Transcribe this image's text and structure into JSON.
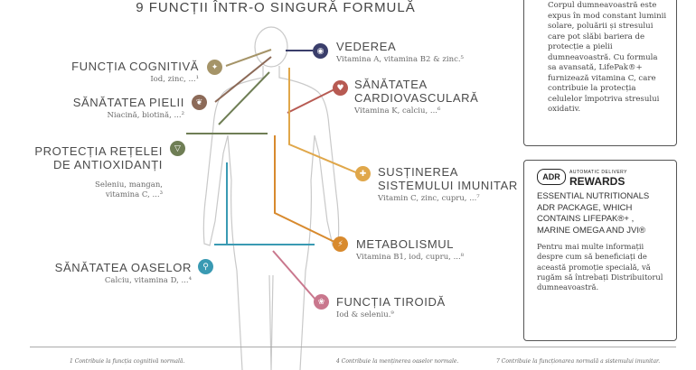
{
  "title": "9 FUNCȚII ÎNTR-O SINGURĂ FORMULĂ",
  "functions": {
    "cognitive": {
      "name": "FUNCȚIA COGNITIVĂ",
      "sub": "Iod, zinc, ...¹",
      "color": "#a59468"
    },
    "skin": {
      "name": "SĂNĂTATEA PIELII",
      "sub": "Niacină, biotină, ...²",
      "color": "#8c6a58"
    },
    "antioxidant": {
      "name_line1": "PROTECȚIA REȚELEI",
      "name_line2": "DE ANTIOXIDANȚI",
      "sub_line1": "Seleniu, mangan,",
      "sub_line2": "vitamina C, ...³",
      "color": "#6f7e55"
    },
    "bone": {
      "name": "SĂNĂTATEA OASELOR",
      "sub": "Calciu, vitamina D, ...⁴",
      "color": "#3a9ab3"
    },
    "vision": {
      "name": "VEDEREA",
      "sub": "Vitamina A, vitamina B2 & zinc.⁵",
      "color": "#3a3e6b"
    },
    "cardio": {
      "name_line1": "SĂNĂTATEA",
      "name_line2": "CARDIOVASCULARĂ",
      "sub": "Vitamina K, calciu, ...⁶",
      "color": "#b75a52"
    },
    "immune": {
      "name_line1": "SUSȚINEREA",
      "name_line2": "SISTEMULUI IMUNITAR",
      "sub": "Vitamin C, zinc, cupru, ...⁷",
      "color": "#e0a74a"
    },
    "metabolism": {
      "name": "METABOLISMUL",
      "sub": "Vitamina B1, iod, cupru, ...⁸",
      "color": "#d88a2e"
    },
    "thyroid": {
      "name": "FUNCȚIA TIROIDĂ",
      "sub": "Iod & seleniu.⁹",
      "color": "#c9778d"
    }
  },
  "info_box": {
    "text": "Corpul dumneavoastră este expus în mod constant luminii solare, poluării și stresului care pot slăbi bariera de protecție a pielii dumneavoastră. Cu formula sa avansată, LifePak®+ furnizează vitamina C, care contribuie la protecția celulelor împotriva stresului oxidativ."
  },
  "promo_box": {
    "logo_mark": "ADR",
    "logo_small": "AUTOMATIC DELIVERY",
    "logo_big": "REWARDS",
    "heading": "ESSENTIAL NUTRITIONALS ADR PACKAGE, WHICH CONTAINS LIFEPAK®+ , MARINE OMEGA AND JVI®",
    "body": "Pentru mai multe informații despre cum să beneficiați de această promoție specială, vă rugăm să întrebați Distribuitorul dumneavoastră."
  },
  "footnotes": [
    "1 Contribuie la funcția cognitivă normală.",
    "4 Contribuie la menținerea oaselor normale.",
    "7 Contribuie la funcționarea normală a sistemului imunitar."
  ]
}
